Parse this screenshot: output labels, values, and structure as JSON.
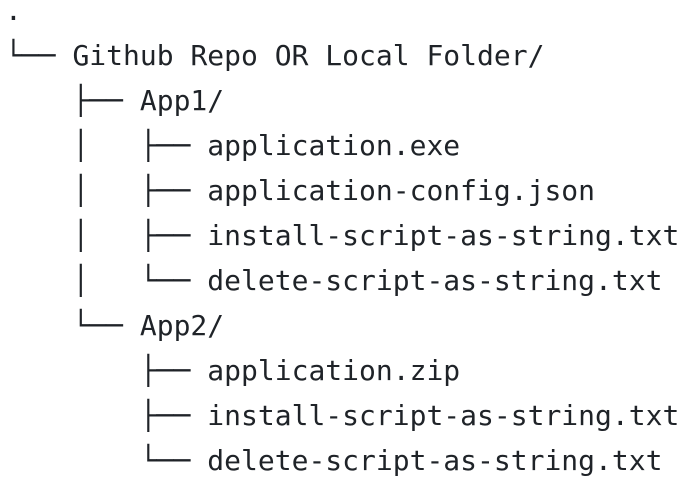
{
  "colors": {
    "background": "#ffffff",
    "text": "#1f2328"
  },
  "tree": {
    "root": ".",
    "lines": [
      {
        "prefix": "",
        "name": "."
      },
      {
        "prefix": "└── ",
        "name": "Github Repo OR Local Folder/"
      },
      {
        "prefix": "    ├── ",
        "name": "App1/"
      },
      {
        "prefix": "    │   ├── ",
        "name": "application.exe"
      },
      {
        "prefix": "    │   ├── ",
        "name": "application-config.json"
      },
      {
        "prefix": "    │   ├── ",
        "name": "install-script-as-string.txt"
      },
      {
        "prefix": "    │   └── ",
        "name": "delete-script-as-string.txt"
      },
      {
        "prefix": "    └── ",
        "name": "App2/"
      },
      {
        "prefix": "        ├── ",
        "name": "application.zip"
      },
      {
        "prefix": "        ├── ",
        "name": "install-script-as-string.txt"
      },
      {
        "prefix": "        └── ",
        "name": "delete-script-as-string.txt"
      }
    ]
  }
}
